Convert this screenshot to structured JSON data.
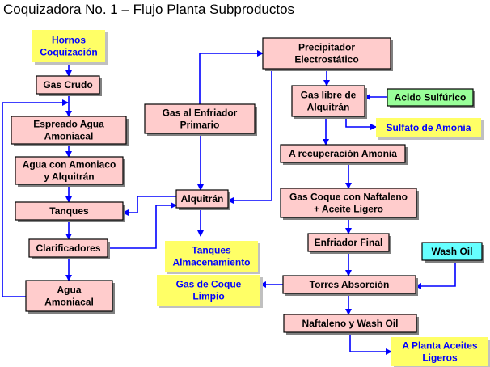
{
  "title": "Coquizadora No. 1 – Flujo Planta Subproductos",
  "colors": {
    "process_fill": "#ffcccc",
    "input_fill": "#ffff66",
    "acid_fill": "#99ff99",
    "washoil_fill": "#66ffff",
    "arrow": "#0000ff",
    "process_text": "#000000",
    "output_text": "#0000ff"
  },
  "nodes": [
    {
      "id": "hornos",
      "kind": "output",
      "lines": [
        "Hornos",
        "Coquización"
      ]
    },
    {
      "id": "gas-crudo",
      "kind": "process",
      "lines": [
        "Gas Crudo"
      ]
    },
    {
      "id": "espreado",
      "kind": "process",
      "lines": [
        "Espreado Agua",
        "Amoniacal"
      ]
    },
    {
      "id": "agua-amoniaco",
      "kind": "process",
      "lines": [
        "Agua con Amoniaco",
        "y Alquitrán"
      ]
    },
    {
      "id": "tanques",
      "kind": "process",
      "lines": [
        "Tanques"
      ]
    },
    {
      "id": "clarificadores",
      "kind": "process",
      "lines": [
        "Clarificadores"
      ]
    },
    {
      "id": "agua-amoniacal",
      "kind": "process",
      "lines": [
        "Agua",
        "Amoniacal"
      ]
    },
    {
      "id": "gas-enfriador",
      "kind": "process",
      "lines": [
        "Gas al Enfriador",
        "Primario"
      ]
    },
    {
      "id": "alquitran",
      "kind": "process",
      "lines": [
        "Alquitrán"
      ]
    },
    {
      "id": "tanques-alm",
      "kind": "output",
      "lines": [
        "Tanques",
        "Almacenamiento"
      ]
    },
    {
      "id": "gas-limpio",
      "kind": "output",
      "lines": [
        "Gas de Coque",
        "Limpio"
      ]
    },
    {
      "id": "precipitador",
      "kind": "process",
      "lines": [
        "Precipitador",
        "Electrostático"
      ]
    },
    {
      "id": "gas-libre",
      "kind": "process",
      "lines": [
        "Gas libre de",
        "Alquitrán"
      ]
    },
    {
      "id": "acido",
      "kind": "acid",
      "lines": [
        "Acido Sulfúrico"
      ]
    },
    {
      "id": "sulfato",
      "kind": "output",
      "lines": [
        "Sulfato de Amonia"
      ]
    },
    {
      "id": "recuperacion",
      "kind": "process",
      "lines": [
        "A recuperación Amonia"
      ]
    },
    {
      "id": "gas-coque-naf",
      "kind": "process",
      "lines": [
        "Gas Coque con Naftaleno",
        "+ Aceite Ligero"
      ]
    },
    {
      "id": "enfriador-final",
      "kind": "process",
      "lines": [
        "Enfriador Final"
      ]
    },
    {
      "id": "wash-oil",
      "kind": "washoil",
      "lines": [
        "Wash Oil"
      ]
    },
    {
      "id": "torres",
      "kind": "process",
      "lines": [
        "Torres Absorción"
      ]
    },
    {
      "id": "naftaleno",
      "kind": "process",
      "lines": [
        "Naftaleno y Wash Oil"
      ]
    },
    {
      "id": "planta-aceites",
      "kind": "output",
      "lines": [
        "A Planta Aceites",
        "Ligeros"
      ]
    }
  ],
  "edges": [
    {
      "from": "hornos",
      "to": "gas-crudo"
    },
    {
      "from": "gas-crudo",
      "to": "espreado"
    },
    {
      "from": "espreado",
      "to": "agua-amoniaco"
    },
    {
      "from": "agua-amoniaco",
      "to": "tanques"
    },
    {
      "from": "tanques",
      "to": "clarificadores"
    },
    {
      "from": "clarificadores",
      "to": "agua-amoniacal"
    },
    {
      "from": "agua-amoniacal",
      "to": "espreado"
    },
    {
      "from": "clarificadores",
      "to": "alquitran"
    },
    {
      "from": "alquitran",
      "to": "tanques"
    },
    {
      "from": "gas-enfriador",
      "to": "precipitador"
    },
    {
      "from": "gas-enfriador",
      "to": "alquitran"
    },
    {
      "from": "precipitador",
      "to": "alquitran"
    },
    {
      "from": "alquitran",
      "to": "tanques-alm"
    },
    {
      "from": "precipitador",
      "to": "gas-libre"
    },
    {
      "from": "acido",
      "to": "gas-libre"
    },
    {
      "from": "gas-libre",
      "to": "sulfato"
    },
    {
      "from": "gas-libre",
      "to": "recuperacion"
    },
    {
      "from": "recuperacion",
      "to": "gas-coque-naf"
    },
    {
      "from": "gas-coque-naf",
      "to": "enfriador-final"
    },
    {
      "from": "enfriador-final",
      "to": "torres"
    },
    {
      "from": "wash-oil",
      "to": "torres"
    },
    {
      "from": "torres",
      "to": "gas-limpio"
    },
    {
      "from": "torres",
      "to": "naftaleno"
    },
    {
      "from": "naftaleno",
      "to": "planta-aceites"
    }
  ]
}
